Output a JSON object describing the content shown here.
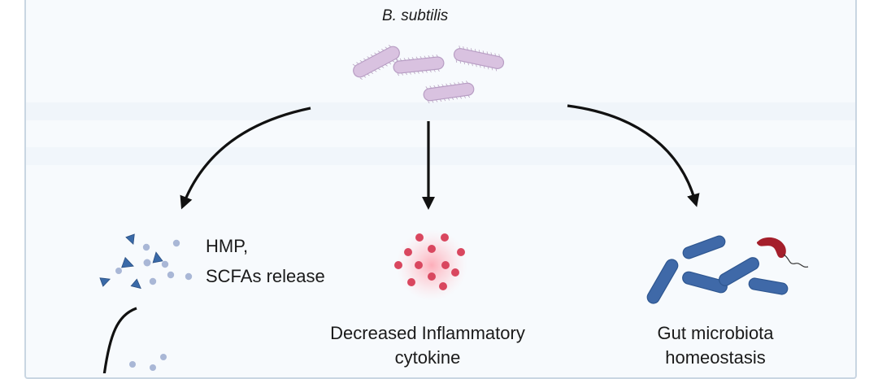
{
  "title": "B. subtilis",
  "outcomes": {
    "left": {
      "line1": "HMP,",
      "line2": "SCFAs release"
    },
    "middle": {
      "line1": "Decreased Inflammatory",
      "line2": "cytokine"
    },
    "right": {
      "line1": "Gut microbiota",
      "line2": "homeostasis"
    }
  },
  "colors": {
    "bacillus": "#d9c2e0",
    "triangle": "#3a6aa8",
    "dot": "#a9b7d6",
    "cytokine": "#d9475f",
    "microbiota": "#3f69a8",
    "pathogen": "#a41f2b"
  }
}
